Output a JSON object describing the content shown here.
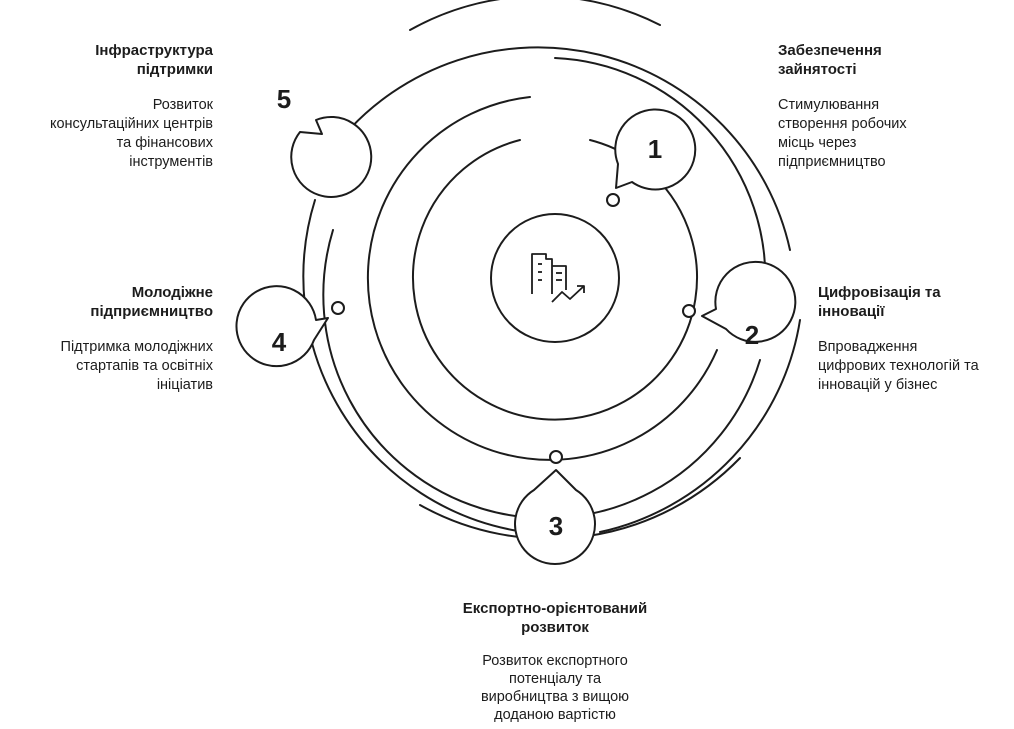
{
  "items": [
    {
      "number": "1",
      "title": "Забезпечення\nзайнятості",
      "desc": "Стимулювання\nстворення робочих\nмісць через\nпідприємництво"
    },
    {
      "number": "2",
      "title": "Цифровізація та\nінновації",
      "desc": "Впровадження\nцифрових технологій та\nінновацій у бізнес"
    },
    {
      "number": "3",
      "title": "Експортно-орієнтований\nрозвиток",
      "desc": "Розвиток експортного\nпотенціалу та\nвиробництва з вищою\nдоданою вартістю"
    },
    {
      "number": "4",
      "title": "Молодіжне\nпідприємництво",
      "desc": "Підтримка молодіжних\nстартапів та освітніх\nініціатив"
    },
    {
      "number": "5",
      "title": "Інфраструктура\nпідтримки",
      "desc": "Розвиток\nконсультаційних центрів\nта фінансових\nінструментів"
    }
  ],
  "center_icon": "business-growth-icon",
  "colors": {
    "stroke": "#1c1c1c",
    "background": "#ffffff"
  }
}
